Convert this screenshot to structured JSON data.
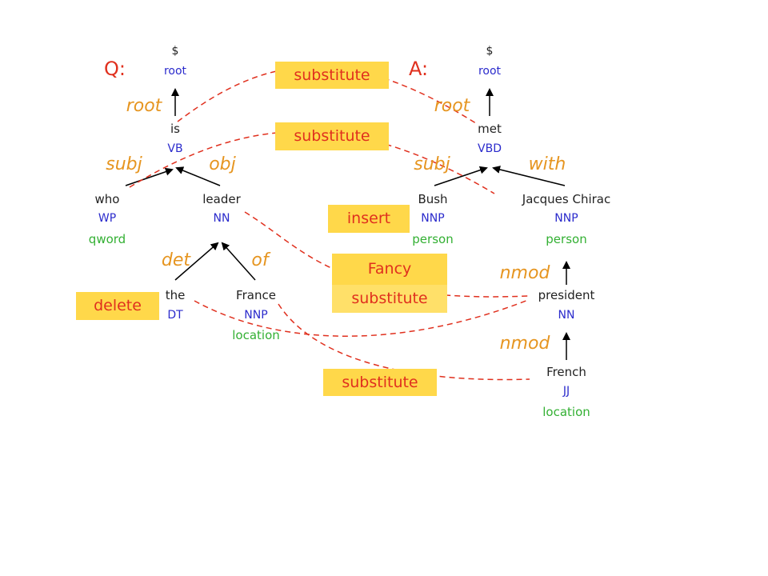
{
  "question": {
    "label": "Q:",
    "root_symbol": "$",
    "root_tag": "root",
    "edges": {
      "root": "root",
      "subj": "subj",
      "obj": "obj",
      "det": "det",
      "of": "of"
    },
    "is": {
      "word": "is",
      "pos": "VB"
    },
    "who": {
      "word": "who",
      "pos": "WP",
      "ner": "qword"
    },
    "leader": {
      "word": "leader",
      "pos": "NN"
    },
    "the": {
      "word": "the",
      "pos": "DT"
    },
    "france": {
      "word": "France",
      "pos": "NNP",
      "ner": "location"
    }
  },
  "answer": {
    "label": "A:",
    "root_symbol": "$",
    "root_tag": "root",
    "edges": {
      "root": "root",
      "subj": "subj",
      "with": "with",
      "nmod1": "nmod",
      "nmod2": "nmod"
    },
    "met": {
      "word": "met",
      "pos": "VBD"
    },
    "bush": {
      "word": "Bush",
      "pos": "NNP",
      "ner": "person"
    },
    "chirac": {
      "word": "Jacques Chirac",
      "pos": "NNP",
      "ner": "person"
    },
    "president": {
      "word": "president",
      "pos": "NN"
    },
    "french": {
      "word": "French",
      "pos": "JJ",
      "ner": "location"
    }
  },
  "operations": {
    "substitute_1": "substitute",
    "substitute_2": "substitute",
    "insert": "insert",
    "fancy_line1": "Fancy",
    "fancy_line2": "substitute",
    "delete": "delete",
    "substitute_3": "substitute"
  },
  "colors": {
    "edge_label": "#e69520",
    "pos_tag": "#2b2bcc",
    "ner_tag": "#33b033",
    "operation_box": "#ffd84a",
    "operation_text": "#e0301e",
    "alignment_line": "#e0301e"
  }
}
